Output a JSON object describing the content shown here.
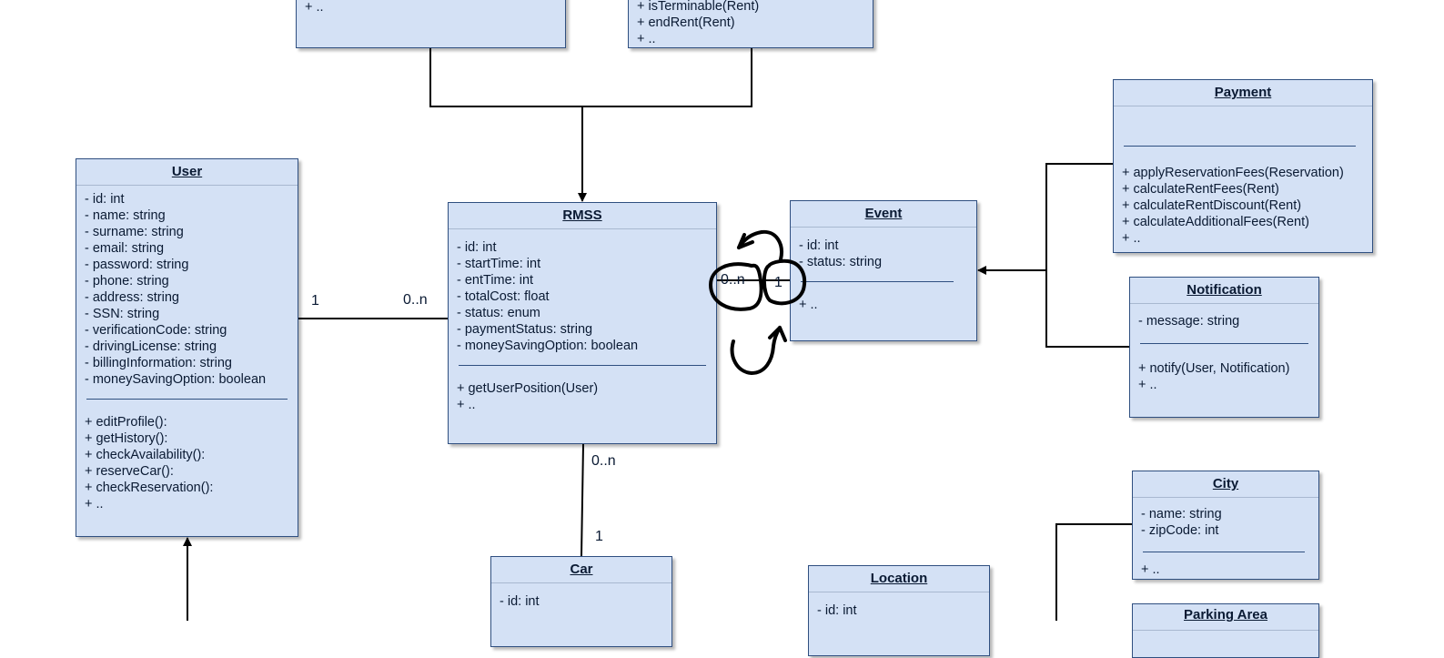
{
  "colors": {
    "box_fill": "#d4e1f5",
    "box_border": "#2f4f80",
    "line": "#000000",
    "text": "#0a1a33"
  },
  "classes": {
    "top_left": {
      "title": "",
      "attributes": [],
      "methods": [
        "+ .."
      ]
    },
    "top_right": {
      "title": "",
      "attributes": [],
      "methods": [
        "+ isTerminable(Rent)",
        "+ endRent(Rent)",
        "+ .."
      ]
    },
    "user": {
      "title": "User",
      "attributes": [
        "- id: int",
        "- name: string",
        "- surname: string",
        "- email: string",
        "- password: string",
        "- phone: string",
        "- address: string",
        "- SSN: string",
        "- verificationCode: string",
        "- drivingLicense: string",
        "- billingInformation: string",
        "- moneySavingOption: boolean"
      ],
      "methods": [
        "+ editProfile():",
        "+ getHistory():",
        "+ checkAvailability():",
        "+ reserveCar():",
        "+ checkReservation():",
        "+ .."
      ]
    },
    "rmss": {
      "title": "RMSS",
      "attributes": [
        "- id: int",
        "- startTime: int",
        "- entTime: int",
        "- totalCost: float",
        "- status: enum",
        "- paymentStatus: string",
        "- moneySavingOption: boolean"
      ],
      "methods": [
        "+ getUserPosition(User)",
        "+ .."
      ]
    },
    "event": {
      "title": "Event",
      "attributes": [
        "- id: int",
        "- status: string"
      ],
      "methods": [
        "+ .."
      ]
    },
    "payment": {
      "title": "Payment",
      "attributes": [],
      "methods": [
        "+ applyReservationFees(Reservation)",
        "+ calculateRentFees(Rent)",
        "+ calculateRentDiscount(Rent)",
        "+ calculateAdditionalFees(Rent)",
        "+ .."
      ]
    },
    "notification": {
      "title": "Notification",
      "attributes": [
        "- message: string"
      ],
      "methods": [
        "+ notify(User, Notification)",
        "+ .."
      ]
    },
    "city": {
      "title": "City",
      "attributes": [
        "- name: string",
        "- zipCode: int"
      ],
      "methods": [
        "+ .."
      ]
    },
    "car": {
      "title": "Car",
      "attributes": [
        "- id: int"
      ],
      "methods": []
    },
    "location": {
      "title": "Location",
      "attributes": [
        "- id: int"
      ],
      "methods": []
    },
    "parking_area": {
      "title": "Parking Area",
      "attributes": [],
      "methods": []
    }
  },
  "multiplicities": {
    "user_rmss_user_end": "1",
    "user_rmss_rmss_end": "0..n",
    "rmss_car_rmss_end": "0..n",
    "rmss_car_car_end": "1",
    "rmss_event_rmss_end": "0..n",
    "rmss_event_event_end": "1"
  }
}
